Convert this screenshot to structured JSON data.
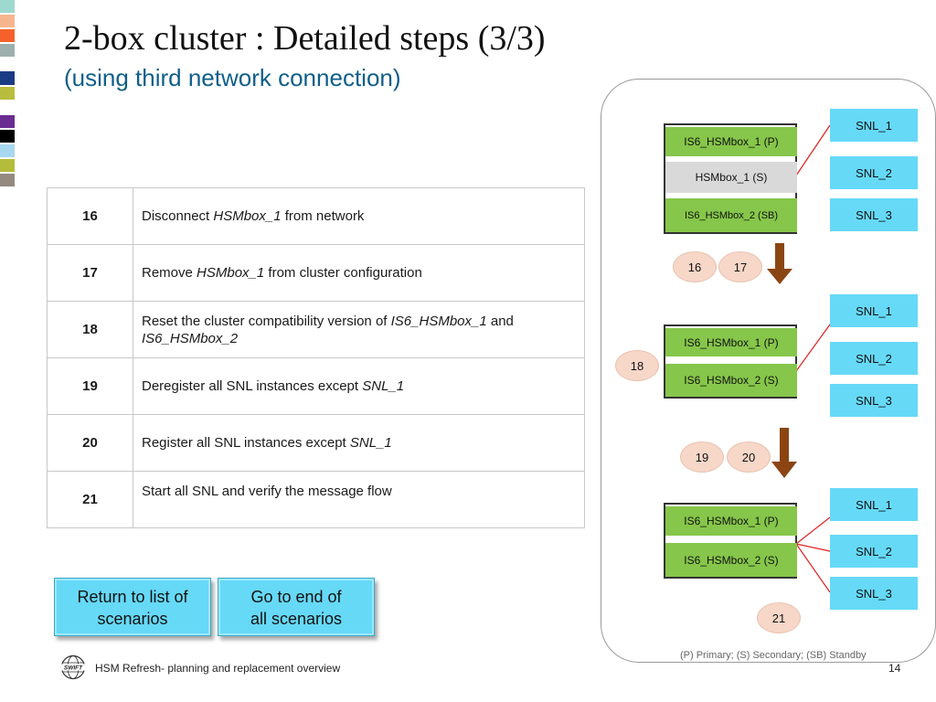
{
  "slide": {
    "title": "2-box cluster : Detailed steps (3/3)",
    "subtitle": "(using third network connection)",
    "page_number": "14"
  },
  "colors": {
    "strip": [
      "#9ed9cf",
      "#f7b58f",
      "#f4612c",
      "#9db0ad",
      "#1a3c84",
      "#b9bd3e",
      "#6b2c91",
      "#000000",
      "#a8d8ef",
      "#b4bc3b",
      "#958a7f"
    ],
    "green_box": "#86c64a",
    "snl_box": "#66d9f7",
    "bubble": "#f7d7c8",
    "arrow": "#8b4513",
    "link_line": "#e02020"
  },
  "steps": [
    {
      "num": "16",
      "pre": "Disconnect ",
      "em": "HSMbox_1",
      "post": " from network",
      "em2": "",
      "post2": ""
    },
    {
      "num": "17",
      "pre": "Remove ",
      "em": "HSMbox_1",
      "post": " from cluster configuration",
      "em2": "",
      "post2": ""
    },
    {
      "num": "18",
      "pre": "Reset the cluster compatibility version of ",
      "em": "IS6_HSMbox_1",
      "post": " and ",
      "em2": "IS6_HSMbox_2",
      "post2": ""
    },
    {
      "num": "19",
      "pre": "Deregister all SNL instances except ",
      "em": "SNL_1",
      "post": "",
      "em2": "",
      "post2": ""
    },
    {
      "num": "20",
      "pre": "Register all SNL instances except ",
      "em": "SNL_1",
      "post": "",
      "em2": "",
      "post2": ""
    },
    {
      "num": "21",
      "pre": "Start all SNL and verify the message flow",
      "em": "",
      "post": "",
      "em2": "",
      "post2": ""
    }
  ],
  "buttons": {
    "return": {
      "line1": "Return to list of",
      "line2": "scenarios"
    },
    "goto_end": {
      "line1": "Go to end of",
      "line2": "all scenarios"
    }
  },
  "footer": {
    "logo_text": "SWIFT",
    "text": "HSM Refresh- planning and replacement overview"
  },
  "diagram": {
    "stage1": {
      "boxes": [
        "IS6_HSMbox_1 (P)",
        "HSMbox_1 (S)",
        "IS6_HSMbox_2 (SB)"
      ],
      "snl": [
        "SNL_1",
        "SNL_2",
        "SNL_3"
      ],
      "bubbles": [
        "16",
        "17"
      ]
    },
    "stage2": {
      "boxes": [
        "IS6_HSMbox_1 (P)",
        "IS6_HSMbox_2 (S)"
      ],
      "snl": [
        "SNL_1",
        "SNL_2",
        "SNL_3"
      ],
      "bubbles": [
        "18"
      ]
    },
    "stage3": {
      "boxes": [
        "IS6_HSMbox_1 (P)",
        "IS6_HSMbox_2 (S)"
      ],
      "snl": [
        "SNL_1",
        "SNL_2",
        "SNL_3"
      ],
      "bubbles": [
        "19",
        "20",
        "21"
      ]
    },
    "legend": "(P) Primary; (S) Secondary; (SB) Standby"
  }
}
